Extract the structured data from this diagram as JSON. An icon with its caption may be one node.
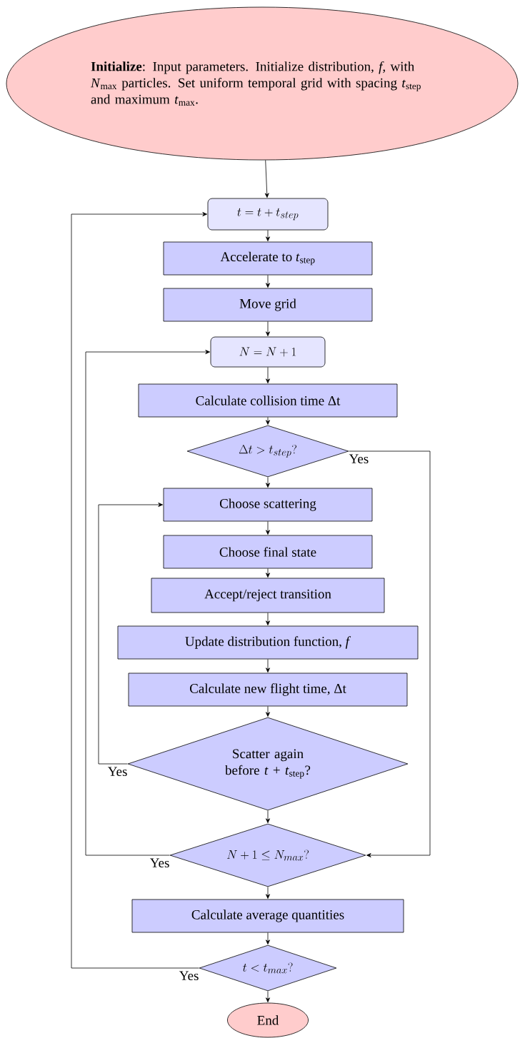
{
  "diagram": {
    "nodes": [
      {
        "text": [
          "**Initialize**: Input parameters. Initialize distribution, *f*, with *N*$_{max}$ particles. Set uniform temporal grid with spacing *t*$_{step}$ and maximum *t*$_{max}$."
        ]
      },
      {
        "text": [
          "t = t + t_{step}"
        ]
      },
      {
        "text": [
          "Accelerate to *t*$_{step}$"
        ]
      },
      {
        "text": [
          "Move grid"
        ]
      },
      {
        "text": [
          "N = N + 1"
        ]
      },
      {
        "text": [
          "Calculate collision time Δt"
        ]
      },
      {
        "text": [
          "\\Delta t > t_{step}?"
        ]
      },
      {
        "text": [
          "Choose scattering"
        ]
      },
      {
        "text": [
          "Choose final state"
        ]
      },
      {
        "text": [
          "Accept/reject transition"
        ]
      },
      {
        "text": [
          "Update distribution function, *f*"
        ]
      },
      {
        "text": [
          "Calculate new flight time, Δt"
        ]
      },
      {
        "text": [
          "Scatter again before *t* + *t*$_{step}$?"
        ]
      },
      {
        "text": [
          "N + 1 \\leq N_{max}?"
        ]
      },
      {
        "text": [
          "Calculate average quantities"
        ]
      },
      {
        "text": [
          "t < t_{max}?"
        ]
      },
      {
        "text": [
          "End"
        ]
      }
    ],
    "edges": [
      {
        "from": 0,
        "to": 1,
        "arrow": "to"
      },
      {
        "from": 1,
        "to": 2,
        "arrow": "to"
      },
      {
        "from": 2,
        "to": 3,
        "arrow": "to"
      },
      {
        "from": 3,
        "to": 4,
        "arrow": "to"
      },
      {
        "from": 4,
        "to": 5,
        "arrow": "to"
      },
      {
        "from": 5,
        "to": 6,
        "arrow": "to"
      },
      {
        "from": 6,
        "to": 7,
        "arrow": "to"
      },
      {
        "from": 6,
        "to": 13,
        "arrow": "to",
        "label": "Yes"
      },
      {
        "from": 7,
        "to": 8,
        "arrow": "to"
      },
      {
        "from": 8,
        "to": 9,
        "arrow": "to"
      },
      {
        "from": 9,
        "to": 10,
        "arrow": "to"
      },
      {
        "from": 10,
        "to": 11,
        "arrow": "to"
      },
      {
        "from": 11,
        "to": 12,
        "arrow": "to"
      },
      {
        "from": 12,
        "to": 7,
        "arrow": "to",
        "label": "Yes"
      },
      {
        "from": 12,
        "to": 13,
        "arrow": "to"
      },
      {
        "from": 13,
        "to": 4,
        "arrow": "to",
        "label": "Yes"
      },
      {
        "from": 13,
        "to": 14,
        "arrow": "to"
      },
      {
        "from": 14,
        "to": 15,
        "arrow": "to"
      },
      {
        "from": 15,
        "to": 1,
        "arrow": "to",
        "label": "Yes"
      },
      {
        "from": 15,
        "to": 16,
        "arrow": "to"
      }
    ]
  }
}
